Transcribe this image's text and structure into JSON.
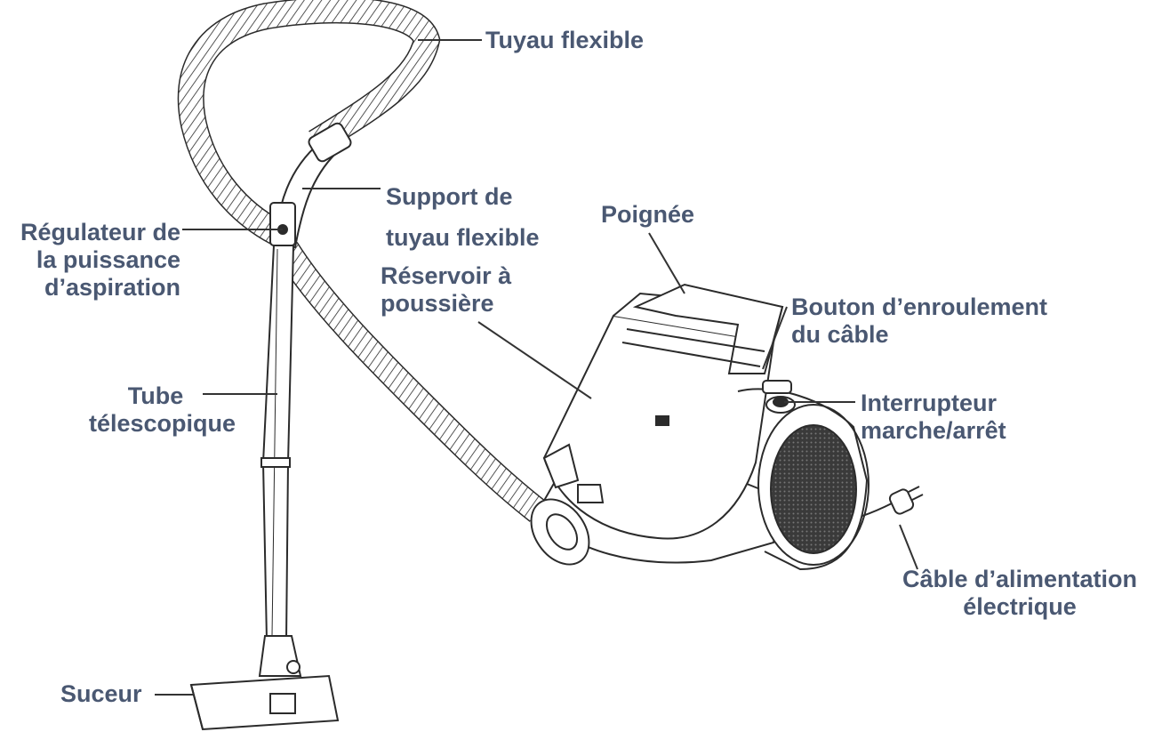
{
  "labels": {
    "tuyau_flexible": "Tuyau flexible",
    "support": [
      "Support de",
      "tuyau flexible"
    ],
    "regulateur": [
      "Régulateur de",
      "la puissance",
      "d’aspiration"
    ],
    "poignee": "Poignée",
    "reservoir": [
      "Réservoir à",
      "poussière"
    ],
    "bouton": [
      "Bouton d’enroulement",
      "du câble"
    ],
    "interrupteur": [
      "Interrupteur",
      "marche/arrêt"
    ],
    "tube": [
      "Tube",
      "télescopique"
    ],
    "cable": [
      "Câble d’alimentation",
      "électrique"
    ],
    "suceur": "Suceur"
  },
  "colors": {
    "label_text": "#4a5872",
    "leader_line": "#333333",
    "drawing_stroke": "#2b2b2b"
  }
}
